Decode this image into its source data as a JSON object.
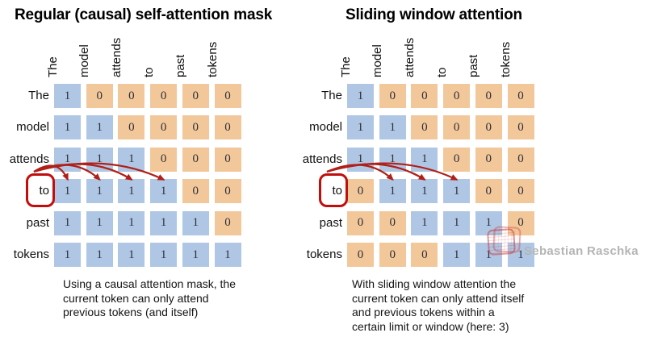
{
  "figure": {
    "watermark": "Sebastian Raschka"
  },
  "colors": {
    "attend_cell": "#afc7e4",
    "masked_cell": "#f2c89b",
    "digit": "#2e2e38",
    "arrow": "#b02018",
    "highlight_box": "#c20d0d",
    "watermark_text": "#b5b5b5"
  },
  "panels": [
    {
      "title": "Regular (causal) self-attention mask",
      "tokens": [
        "The",
        "model",
        "attends",
        "to",
        "past",
        "tokens"
      ],
      "matrix": [
        [
          1,
          0,
          0,
          0,
          0,
          0
        ],
        [
          1,
          1,
          0,
          0,
          0,
          0
        ],
        [
          1,
          1,
          1,
          0,
          0,
          0
        ],
        [
          1,
          1,
          1,
          1,
          0,
          0
        ],
        [
          1,
          1,
          1,
          1,
          1,
          0
        ],
        [
          1,
          1,
          1,
          1,
          1,
          1
        ]
      ],
      "highlighted_token": "to",
      "highlighted_row": 3,
      "arrow_target_cols": [
        0,
        1,
        2,
        3
      ],
      "caption": "Using a causal attention mask, the\ncurrent token can only attend\nprevious tokens (and itself)"
    },
    {
      "title": "Sliding window attention",
      "tokens": [
        "The",
        "model",
        "attends",
        "to",
        "past",
        "tokens"
      ],
      "matrix": [
        [
          1,
          0,
          0,
          0,
          0,
          0
        ],
        [
          1,
          1,
          0,
          0,
          0,
          0
        ],
        [
          1,
          1,
          1,
          0,
          0,
          0
        ],
        [
          0,
          1,
          1,
          1,
          0,
          0
        ],
        [
          0,
          0,
          1,
          1,
          1,
          0
        ],
        [
          0,
          0,
          0,
          1,
          1,
          1
        ]
      ],
      "highlighted_token": "to",
      "highlighted_row": 3,
      "arrow_target_cols": [
        1,
        2,
        3
      ],
      "caption": "With sliding window attention the\ncurrent token can only attend itself\nand previous tokens within a\ncertain limit or window (here: 3)"
    }
  ]
}
